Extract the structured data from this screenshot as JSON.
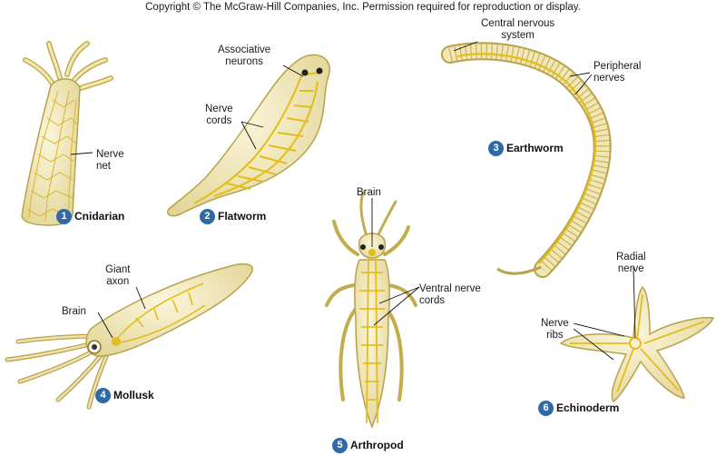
{
  "copyright": "Copyright © The McGraw-Hill Companies, Inc. Permission required for reproduction or display.",
  "colors": {
    "body": "#efe6b8",
    "outline": "#b9a14a",
    "nerve": "#e3bd1c",
    "badge": "#2f6aa6"
  },
  "organisms": [
    {
      "number": "1",
      "name": "Cnidarian"
    },
    {
      "number": "2",
      "name": "Flatworm"
    },
    {
      "number": "3",
      "name": "Earthworm"
    },
    {
      "number": "4",
      "name": "Mollusk"
    },
    {
      "number": "5",
      "name": "Arthropod"
    },
    {
      "number": "6",
      "name": "Echinoderm"
    }
  ],
  "labels": {
    "nerve_net": "Nerve\nnet",
    "associative_neurons": "Associative\nneurons",
    "nerve_cords": "Nerve\ncords",
    "central_nervous_system": "Central nervous\nsystem",
    "peripheral_nerves": "Peripheral\nnerves",
    "brain_arthropod": "Brain",
    "ventral_nerve_cords": "Ventral nerve\ncords",
    "giant_axon": "Giant\naxon",
    "brain_mollusk": "Brain",
    "radial_nerve": "Radial\nnerve",
    "nerve_ribs": "Nerve\nribs"
  }
}
